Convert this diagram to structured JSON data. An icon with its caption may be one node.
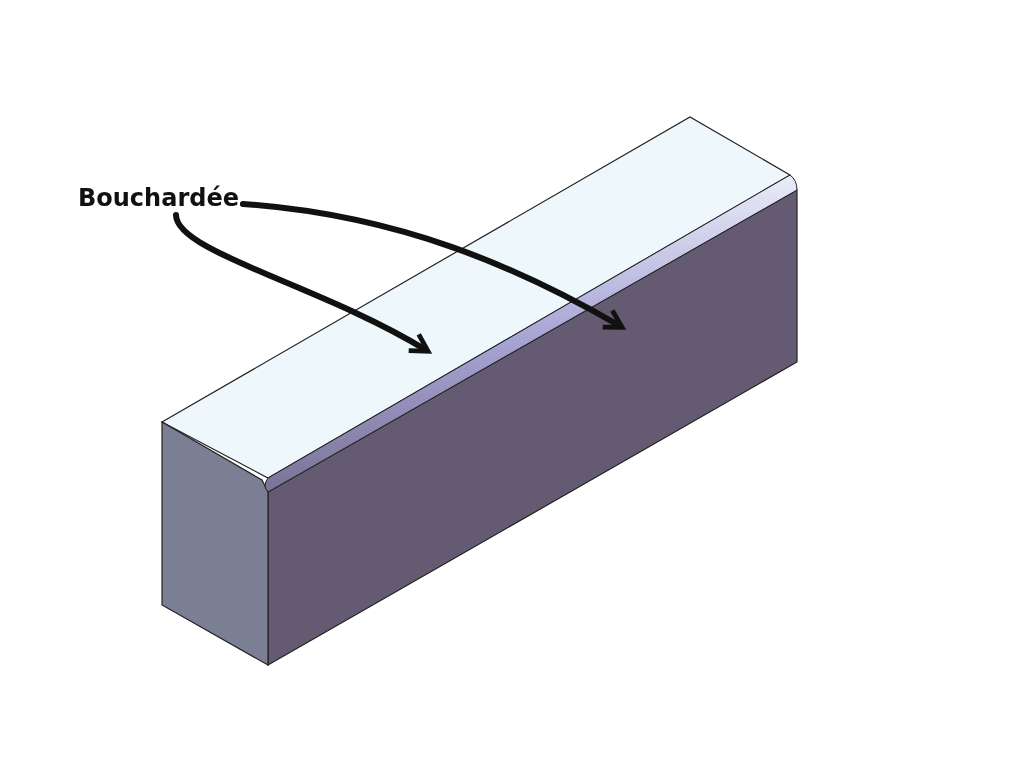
{
  "diagram": {
    "nodes": [
      {
        "text": [
          "Bouchardée"
        ]
      },
      {
        "text": [],
        "shape": "picture"
      },
      {
        "text": [],
        "shape": "picture"
      },
      {
        "text": [],
        "shape": "picture"
      }
    ],
    "edges": [
      {
        "from": 0,
        "to": 1,
        "arrow": "to"
      },
      {
        "from": 0,
        "to": 2,
        "arrow": "to"
      }
    ]
  }
}
